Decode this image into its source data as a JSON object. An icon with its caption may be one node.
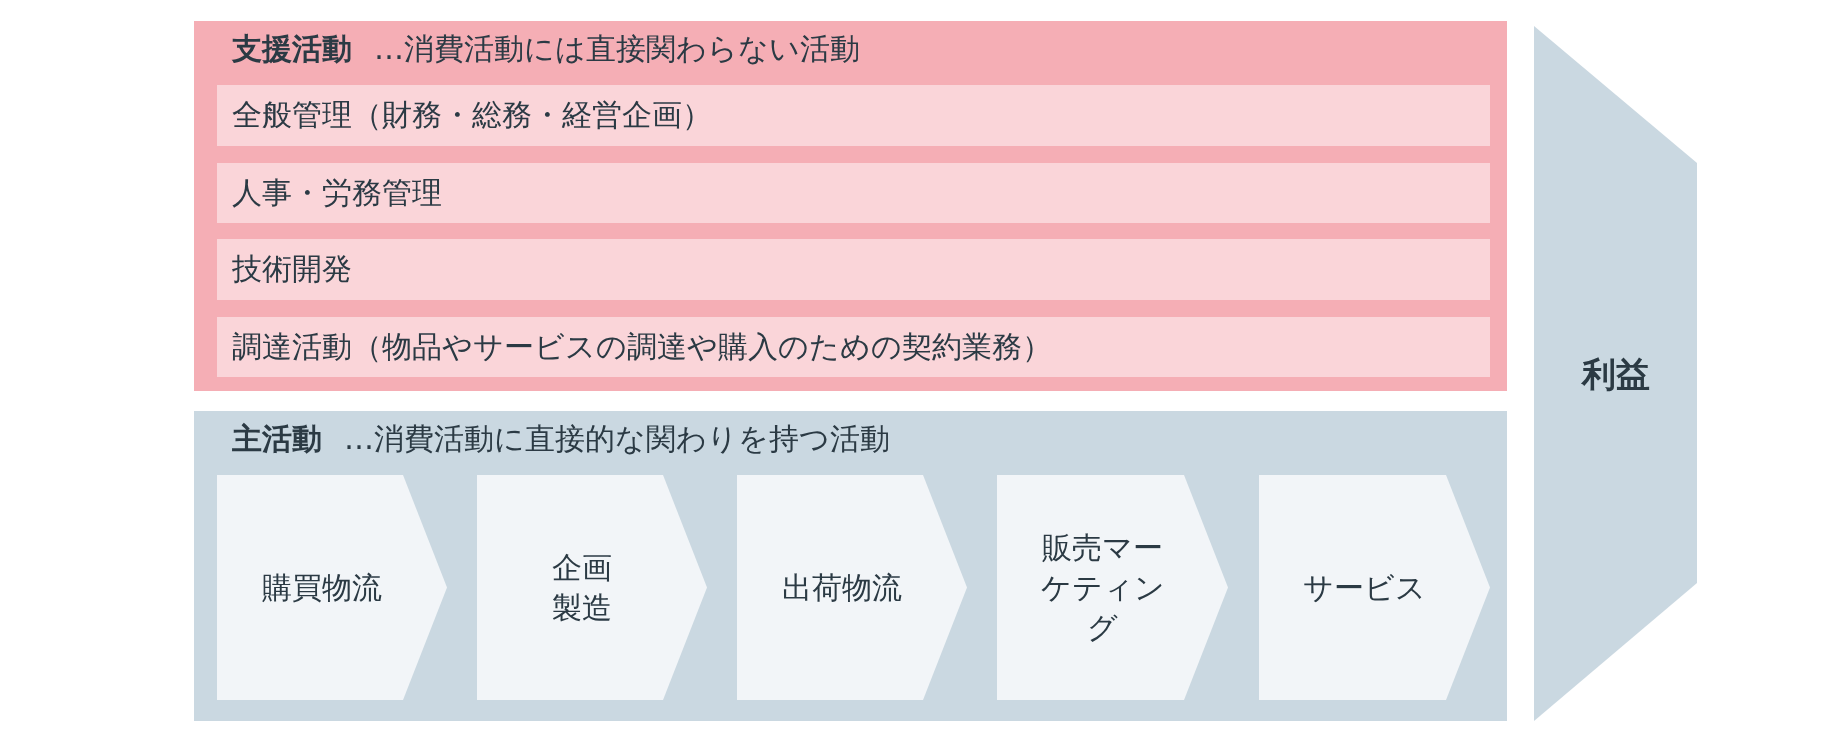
{
  "diagram": {
    "nodes": [
      {
        "text": [
          "支援活動",
          "…消費活動には直接関わらない活動"
        ]
      },
      {
        "text": [
          "全般管理（財務・総務・経営企画）"
        ],
        "in": 0
      },
      {
        "text": [
          "人事・労務管理"
        ],
        "in": 0
      },
      {
        "text": [
          "技術開発"
        ],
        "in": 0
      },
      {
        "text": [
          "調達活動（物品やサービスの調達や購入のための契約業務）"
        ],
        "in": 0
      },
      {
        "text": [
          "主活動",
          "…消費活動に直接的な関わりを持つ活動"
        ]
      },
      {
        "text": [
          "購買物流"
        ],
        "in": 5
      },
      {
        "text": [
          "企画製造"
        ],
        "in": 5
      },
      {
        "text": [
          "出荷物流"
        ],
        "in": 5
      },
      {
        "text": [
          "販売マーケティング"
        ],
        "in": 5
      },
      {
        "text": [
          "サービス"
        ],
        "in": 5
      },
      {
        "text": [
          "利益"
        ]
      }
    ]
  }
}
